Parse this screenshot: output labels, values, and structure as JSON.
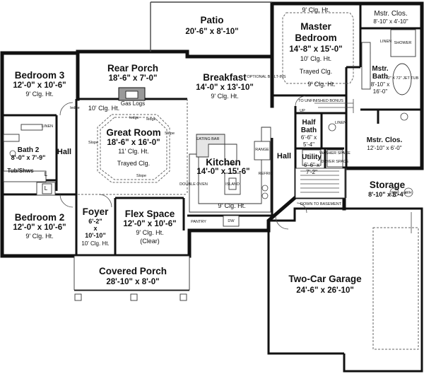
{
  "rooms": {
    "patio": {
      "title": "Patio",
      "dims": "20'-6\" x 8'-10\""
    },
    "master_bedroom": {
      "title1": "Master",
      "title2": "Bedroom",
      "dims": "14'-8\" x 15'-0\"",
      "clg": "10' Clg. Ht.",
      "note": "Trayed Clg."
    },
    "mstr_clos_top": {
      "title": "Mstr. Clos.",
      "dims": "8'-10\" x 4'-10\""
    },
    "bedroom3": {
      "title": "Bedroom 3",
      "dims": "12'-0\" x 10'-6\"",
      "clg": "9' Clg. Ht."
    },
    "rear_porch": {
      "title": "Rear Porch",
      "dims": "18'-6\" x 7'-0\""
    },
    "breakfast": {
      "title": "Breakfast",
      "dims": "14'-0\" x 13'-10\"",
      "clg": "9' Clg. Ht."
    },
    "mstr_bath": {
      "title1": "Mstr.",
      "title2": "Bath",
      "dims1": "8'-10\" x",
      "dims2": "16'-0\""
    },
    "great_room": {
      "title": "Great Room",
      "dims": "18'-6\" x 16'-0\"",
      "clg": "11' Clg. Ht.",
      "note": "Trayed Clg."
    },
    "bath2": {
      "title": "Bath 2",
      "dims": "8'-0\" x 7'-9\""
    },
    "hall_left": {
      "title": "Hall"
    },
    "kitchen": {
      "title": "Kitchen",
      "dims": "14'-0\" x 15'-6\"",
      "clg": "9' Clg. Ht."
    },
    "hall_mid": {
      "title": "Hall"
    },
    "half_bath": {
      "title1": "Half",
      "title2": "Bath",
      "dims1": "6'-6\" x",
      "dims2": "5'-4\""
    },
    "mstr_clos_bottom": {
      "title": "Mstr. Clos.",
      "dims": "12'-10\" x 6'-0\""
    },
    "utility": {
      "title": "Utility",
      "dims1": "6'-6\" x",
      "dims2": "7'-2\""
    },
    "storage": {
      "title": "Storage",
      "dims": "8'-10\" x 8'-4\""
    },
    "bedroom2": {
      "title": "Bedroom 2",
      "dims": "12'-0\" x 10'-6\"",
      "clg": "9' Clg. Ht."
    },
    "foyer": {
      "title": "Foyer",
      "dims1": "6'-2\"",
      "dims2": "x",
      "dims3": "10'-10\"",
      "clg": "10' Clg. Ht."
    },
    "flex_space": {
      "title": "Flex Space",
      "dims": "12'-0\" x 10'-6\"",
      "clg": "9' Clg. Ht.",
      "note": "(Clear)"
    },
    "covered_porch": {
      "title": "Covered Porch",
      "dims": "28'-10\" x 8'-0\""
    },
    "garage": {
      "title": "Two-Car Garage",
      "dims": "24'-6\" x 26'-10\""
    }
  },
  "labels": {
    "master_clg_top": "9' Clg. Ht.",
    "master_clg_bottom": "9' Clg. Ht.",
    "great_clg": "10' Clg. Ht.",
    "gas_logs": "Gas Logs",
    "to_unfinished_bonus": "TO UNFINISHED BONUS",
    "up": "UP",
    "down_to_basement": "DOWN TO BASEMENT",
    "tub_shws": "Tub/Shws",
    "l1": "L",
    "l2": "L",
    "pantry": "PANTRY",
    "slope1": "Slope",
    "slope2": "Slope",
    "slope3": "Slope",
    "ledge1": "ledge",
    "ledge2": "ledge",
    "ledge3": "ledge",
    "wh1": "WH",
    "wh2": "WH",
    "linen1": "LINEN",
    "linen2": "LINEN",
    "linen3": "LINEN",
    "shower": "SHOWER",
    "jet_tub": "42\" X 72\" JET TUB",
    "washer_space": "WASHER SPACE",
    "dryer_space": "DRYER SPACE",
    "island": "ISLAND",
    "dw": "DW",
    "range": "RANGE",
    "refrigerator": "REFRIG",
    "double_oven": "DOUBLE OVEN",
    "eating_bar": "EATING BAR",
    "optional_built_ins": "OPTIONAL BUILT-INS"
  },
  "colors": {
    "wall": "#111111",
    "background": "#ffffff"
  }
}
